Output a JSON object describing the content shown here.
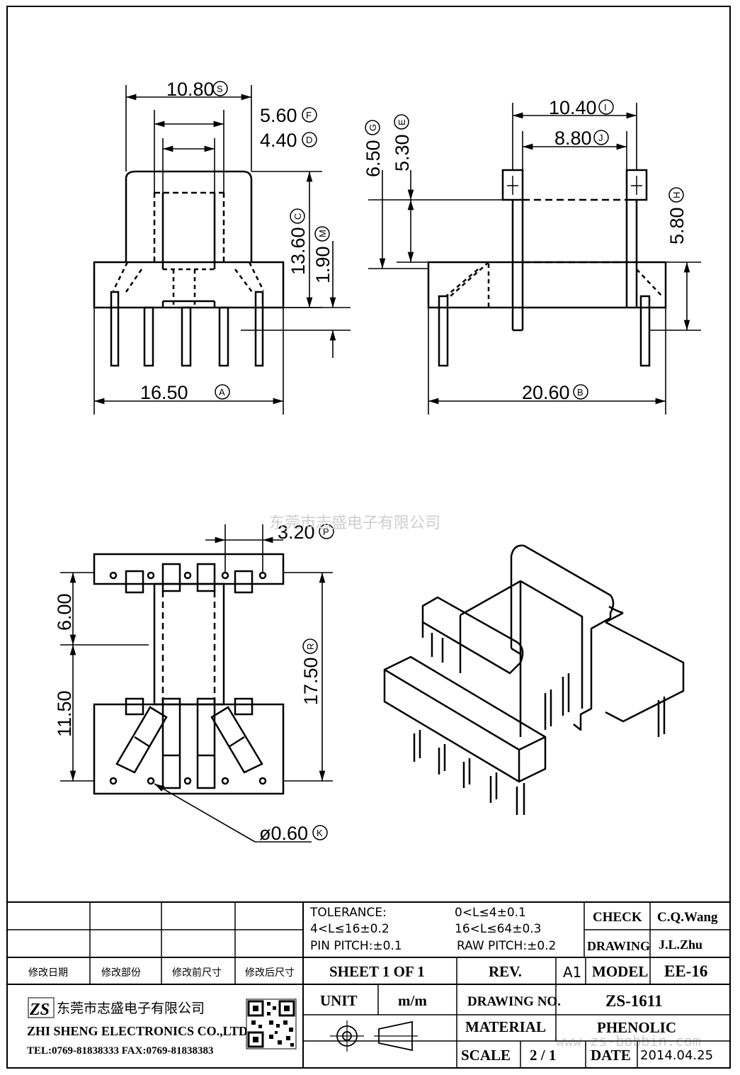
{
  "dimensions": {
    "S": {
      "value": "10.80",
      "letter": "S"
    },
    "F": {
      "value": "5.60",
      "letter": "F"
    },
    "D": {
      "value": "4.40",
      "letter": "D"
    },
    "C": {
      "value": "13.60",
      "letter": "C"
    },
    "M": {
      "value": "1.90",
      "letter": "M"
    },
    "A": {
      "value": "16.50",
      "letter": "A"
    },
    "I": {
      "value": "10.40",
      "letter": "I"
    },
    "J": {
      "value": "8.80",
      "letter": "J"
    },
    "G": {
      "value": "6.50",
      "letter": "G"
    },
    "E": {
      "value": "5.30",
      "letter": "E"
    },
    "H": {
      "value": "5.80",
      "letter": "H"
    },
    "B": {
      "value": "20.60",
      "letter": "B"
    },
    "P": {
      "value": "3.20",
      "letter": "P"
    },
    "R": {
      "value": "17.50",
      "letter": "R"
    },
    "K": {
      "value": "ø0.60",
      "letter": "K"
    },
    "top_pitch": {
      "value": "6.00"
    },
    "bottom_pitch": {
      "value": "11.50"
    }
  },
  "watermark": {
    "company": "东莞市志盛电子有限公司",
    "url": "www.zs-bobbin.com"
  },
  "title_block": {
    "revision_headers": [
      "修改日期",
      "修改部份",
      "修改前尺寸",
      "修改后尺寸"
    ],
    "tolerance_label": "TOLERANCE:",
    "tolerance_lines": [
      "0<L≤4±0.1",
      "4<L≤16±0.2",
      "PIN PITCH:±0.1",
      "16<L≤64±0.3",
      "RAW PITCH:±0.2"
    ],
    "check_label": "CHECK",
    "check_value": "C.Q.Wang",
    "drawing_label": "DRAWING",
    "drawing_value": "J.L.Zhu",
    "sheet_label": "SHEET 1 OF 1",
    "rev_label": "REV.",
    "rev_value": "A1",
    "model_label": "MODEL",
    "model_value": "EE-16",
    "unit_label": "UNIT",
    "unit_value": "m/m",
    "drawing_no_label": "DRAWING NO.",
    "drawing_no_value": "ZS-1611",
    "material_label": "MATERIAL",
    "material_value": "PHENOLIC",
    "scale_label": "SCALE",
    "scale_value": "2 / 1",
    "date_label": "DATE",
    "date_value": "2014.04.25",
    "company_cn": "东莞市志盛电子有限公司",
    "company_en": "ZHI SHENG ELECTRONICS CO.,LTD",
    "company_tel": "TEL:0769-81838333 FAX:0769-81838383",
    "logo_text": "ZS"
  }
}
